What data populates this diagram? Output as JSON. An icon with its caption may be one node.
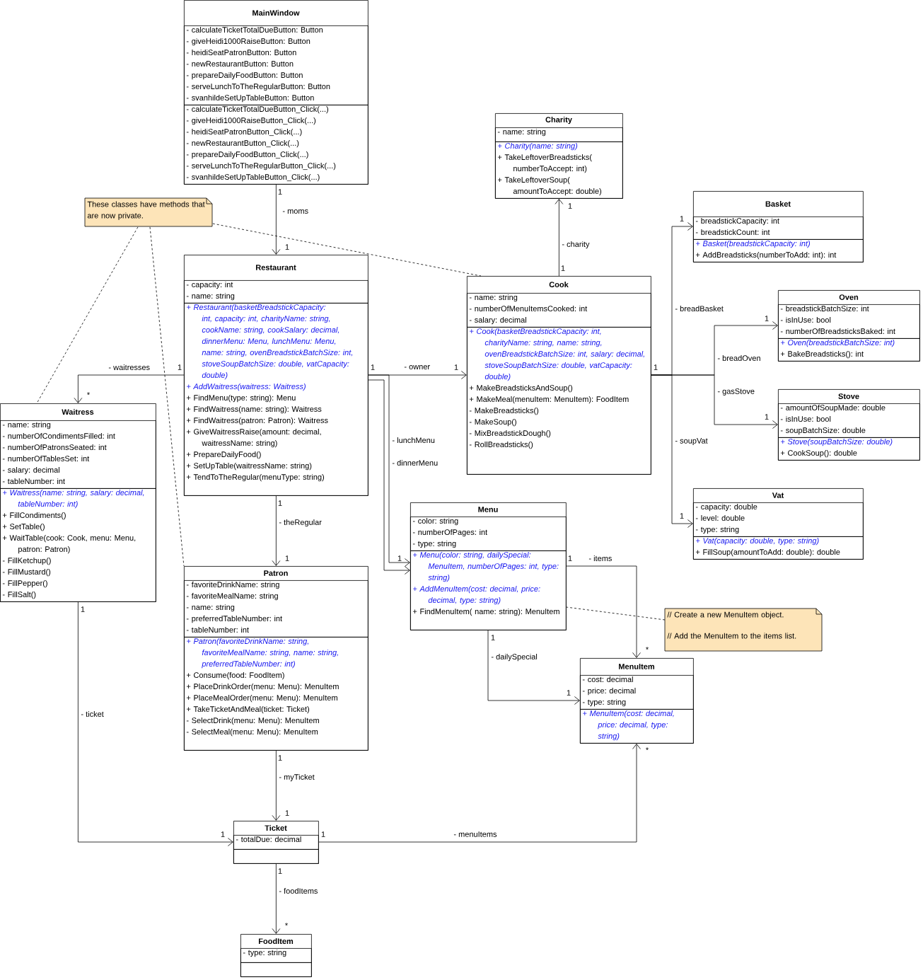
{
  "diagram": {
    "nodes": [
      {
        "text": [
          "MainWindow"
        ]
      },
      {
        "text": [
          "- calculateTicketTotalDueButton: Button",
          "- giveHeidi1000RaiseButton: Button",
          "- heidiSeatPatronButton: Button",
          "- newRestaurantButton: Button",
          "- prepareDailyFoodButton: Button",
          "- serveLunchToTheRegularButton: Button",
          "- svanhildeSetUpTableButton: Button"
        ],
        "in": 0
      },
      {
        "text": [
          "- calculateTicketTotalDueButton_Click(...)",
          "- giveHeidi1000RaiseButton_Click(...)",
          "- heidiSeatPatronButton_Click(...)",
          "- newRestaurantButton_Click(...)",
          "- prepareDailyFoodButton_Click(...)",
          "- serveLunchToTheRegularButton_Click(...)",
          "- svanhildeSetUpTableButton_Click(...)"
        ],
        "in": 0
      },
      {
        "text": [
          "Charity"
        ]
      },
      {
        "text": [
          "- name: string"
        ],
        "in": 3
      },
      {
        "text": [
          "+ Charity(name: string)",
          "+ TakeLeftoverBreadsticks( numberToAccept: int)",
          "+ TakeLeftoverSoup( amountToAccept: double)"
        ],
        "in": 3
      },
      {
        "text": [
          "Basket"
        ]
      },
      {
        "text": [
          "- breadstickCapacity: int",
          "- breadstickCount: int"
        ],
        "in": 6
      },
      {
        "text": [
          "+ Basket(breadstickCapacity: int)",
          "+ AddBreadsticks(numberToAdd: int): int"
        ],
        "in": 6
      },
      {
        "text": [
          "These classes have methods that are now private."
        ]
      },
      {
        "text": [
          "Restaurant"
        ]
      },
      {
        "text": [
          "- capacity: int",
          "- name: string"
        ],
        "in": 10
      },
      {
        "text": [
          "+ Restaurant(basketBreadstickCapacity: int, capacity: int, charityName: string, cookName: string, cookSalary: decimal, dinnerMenu: Menu, lunchMenu: Menu, name: string, ovenBreadstickBatchSize: int, stoveSoupBatchSize: double, vatCapacity: double)",
          "+ AddWaitress(waitress: Waitress)",
          "+ FindMenu(type: string): Menu",
          "+ FindWaitress(name: string): Waitress",
          "+ FindWaitress(patron: Patron): Waitress",
          "+ GiveWaitressRaise(amount: decimal, waitressName: string)",
          "+ PrepareDailyFood()",
          "+ SetUpTable(waitressName: string)",
          "+ TendToTheRegular(menuType: string)"
        ],
        "in": 10
      },
      {
        "text": [
          "Cook"
        ]
      },
      {
        "text": [
          "- name: string",
          "- numberOfMenuItemsCooked: int",
          "- salary: decimal"
        ],
        "in": 13
      },
      {
        "text": [
          "+ Cook(basketBreadstickCapacity: int, charityName: string, name: string, ovenBreadstickBatchSize: int, salary: decimal, stoveSoupBatchSize: double, vatCapacity: double)",
          "+ MakeBreadsticksAndSoup()",
          "+ MakeMeal(menuItem: MenuItem): FoodItem",
          "- MakeBreadsticks()",
          "- MakeSoup()",
          "- MixBreadstickDough()",
          "- RollBreadsticks()"
        ],
        "in": 13
      },
      {
        "text": [
          "Oven"
        ]
      },
      {
        "text": [
          "- breadstickBatchSize: int",
          "- isInUse: bool",
          "- numberOfBreadsticksBaked: int"
        ],
        "in": 16
      },
      {
        "text": [
          "+ Oven(breadstickBatchSize: int)",
          "+ BakeBreadsticks(): int"
        ],
        "in": 16
      },
      {
        "text": [
          "Stove"
        ]
      },
      {
        "text": [
          "- amountOfSoupMade: double",
          "- isInUse: bool",
          "- soupBatchSize: double"
        ],
        "in": 19
      },
      {
        "text": [
          "+ Stove(soupBatchSize: double)",
          "+ CookSoup(): double"
        ],
        "in": 19
      },
      {
        "text": [
          "Waitress"
        ]
      },
      {
        "text": [
          "- name: string",
          "- numberOfCondimentsFilled: int",
          "- numberOfPatronsSeated: int",
          "- numberOfTablesSet: int",
          "- salary: decimal",
          "- tableNumber: int"
        ],
        "in": 22
      },
      {
        "text": [
          "+ Waitress(name: string, salary: decimal, tableNumber: int)",
          "+ FillCondiments()",
          "+ SetTable()",
          "+ WaitTable(cook: Cook, menu: Menu, patron: Patron)",
          "- FillKetchup()",
          "- FillMustard()",
          "- FillPepper()",
          "- FillSalt()"
        ],
        "in": 22
      },
      {
        "text": [
          "Vat"
        ]
      },
      {
        "text": [
          "- capacity: double",
          "- level: double",
          "- type: string"
        ],
        "in": 25
      },
      {
        "text": [
          "+ Vat(capacity: double, type: string)",
          "+ FillSoup(amountToAdd: double): double"
        ],
        "in": 25
      },
      {
        "text": [
          "Menu"
        ]
      },
      {
        "text": [
          "- color: string",
          "- numberOfPages: int",
          "- type: string"
        ],
        "in": 28
      },
      {
        "text": [
          "+ Menu(color: string, dailySpecial: MenuItem, numberOfPages: int, type: string)",
          "+ AddMenuItem(cost: decimal, price: decimal, type: string)",
          "+ FindMenuItem( name: string): MenuItem"
        ],
        "in": 28
      },
      {
        "text": [
          "Patron"
        ]
      },
      {
        "text": [
          "- favoriteDrinkName: string",
          "- favoriteMealName: string",
          "- name: string",
          "- preferredTableNumber: int",
          "- tableNumber: int"
        ],
        "in": 31
      },
      {
        "text": [
          "+ Patron(favoriteDrinkName: string, favoriteMealName: string, name: string, preferredTableNumber: int)",
          "+ Consume(food: FoodItem)",
          "+ PlaceDrinkOrder(menu: Menu): MenuItem",
          "+ PlaceMealOrder(menu: Menu): MenuItem",
          "+ TakeTicketAndMeal(ticket: Ticket)",
          "- SelectDrink(menu: Menu): MenuItem",
          "- SelectMeal(menu: Menu): MenuItem"
        ],
        "in": 31
      },
      {
        "text": [
          "// Create a new MenuItem object.",
          "// Add the MenuItem to the items list."
        ]
      },
      {
        "text": [
          "MenuItem"
        ]
      },
      {
        "text": [
          "- cost: decimal",
          "- price: decimal",
          "- type: string"
        ],
        "in": 35
      },
      {
        "text": [
          "+ MenuItem(cost: decimal, price: decimal, type: string)"
        ],
        "in": 35
      },
      {
        "text": [
          "Ticket"
        ]
      },
      {
        "text": [
          "- totalDue: decimal"
        ],
        "in": 38
      },
      {
        "text": [],
        "shape": "box",
        "in": 38
      },
      {
        "text": [
          "FoodItem"
        ]
      },
      {
        "text": [
          "- type: string"
        ],
        "in": 41
      },
      {
        "text": [],
        "shape": "box",
        "in": 41
      }
    ],
    "edges": [
      {
        "from": 0,
        "to": 10,
        "arrow": "to",
        "label": "- moms"
      },
      {
        "from": 10,
        "to": 22,
        "arrow": "to",
        "label": "- waitresses"
      },
      {
        "from": 10,
        "to": 13,
        "arrow": "to",
        "label": "- owner"
      },
      {
        "from": 10,
        "to": 28,
        "arrow": "to",
        "label": "- lunchMenu"
      },
      {
        "from": 10,
        "to": 28,
        "arrow": "to",
        "label": "- dinnerMenu"
      },
      {
        "from": 13,
        "to": 3,
        "arrow": "to",
        "label": "- charity"
      },
      {
        "from": 13,
        "to": 6,
        "arrow": "to",
        "label": "- breadBasket"
      },
      {
        "from": 13,
        "to": 16,
        "arrow": "to",
        "label": "- breadOven"
      },
      {
        "from": 13,
        "to": 19,
        "arrow": "to",
        "label": "- gasStove"
      },
      {
        "from": 13,
        "to": 25,
        "arrow": "to",
        "label": "- soupVat"
      },
      {
        "from": 10,
        "to": 31,
        "arrow": "to",
        "label": "- theRegular"
      },
      {
        "from": 28,
        "to": 35,
        "arrow": "to",
        "label": "- items"
      },
      {
        "from": 28,
        "to": 35,
        "arrow": "to",
        "label": "- dailySpecial"
      },
      {
        "from": 31,
        "to": 38,
        "arrow": "to",
        "label": "- myTicket"
      },
      {
        "from": 22,
        "to": 38,
        "arrow": "to",
        "label": "- ticket"
      },
      {
        "from": 38,
        "to": 35,
        "arrow": "to",
        "label": "- menuItems"
      },
      {
        "from": 38,
        "to": 41,
        "arrow": "to",
        "label": "- foodItems"
      },
      {
        "from": 9,
        "to": 22,
        "arrow": "none",
        "style": "dashed"
      },
      {
        "from": 9,
        "to": 31,
        "arrow": "none",
        "style": "dashed"
      },
      {
        "from": 9,
        "to": 13,
        "arrow": "none",
        "style": "dashed"
      },
      {
        "from": 34,
        "to": 30,
        "arrow": "none",
        "style": "dashed"
      }
    ],
    "labels": [
      "1",
      "1",
      "1",
      "1",
      "1",
      "1",
      "1",
      "1",
      "1",
      "1",
      "*",
      "1",
      "1",
      "1",
      "1",
      "1",
      "1",
      "1",
      "1",
      "*",
      "1",
      "*",
      "1",
      "1",
      "1",
      "1",
      "1",
      "*"
    ]
  }
}
